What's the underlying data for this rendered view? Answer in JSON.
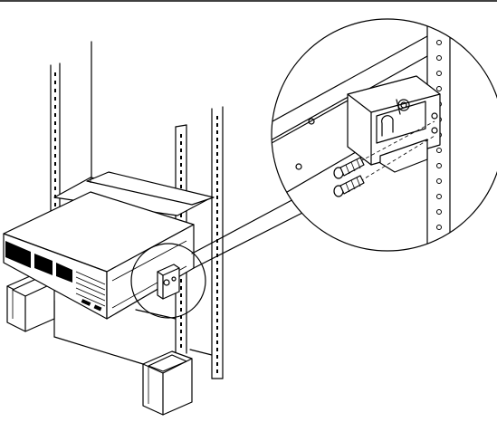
{
  "figure": {
    "title": "",
    "caption": "",
    "components": {
      "top_rule": "top-border-line",
      "rack_rails": [
        "rear-left-rail",
        "rear-right-rail",
        "front-left-rail",
        "front-right-rail"
      ],
      "server_chassis": "server-unit",
      "slide_rail": "slide-rail-top",
      "support_blocks": [
        "support-block-left",
        "support-block-right"
      ],
      "detail_callout": "detail-circle-magnified",
      "screws": [
        "mounting-screw-upper",
        "mounting-screw-lower"
      ],
      "bracket": "mounting-bracket",
      "callout_lines": [
        "callout-leader-upper",
        "callout-leader-lower"
      ]
    },
    "colors": {
      "ink": "#000000",
      "paper": "#ffffff"
    }
  }
}
